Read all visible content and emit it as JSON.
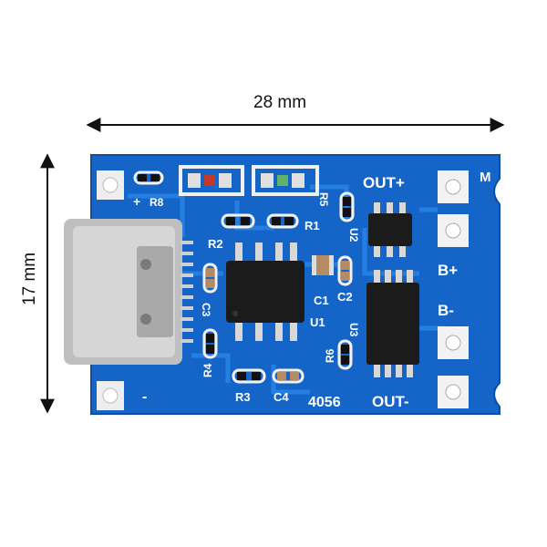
{
  "dimensions": {
    "width_label": "28 mm",
    "height_label": "17 mm"
  },
  "board": {
    "model_label": "4056",
    "pads": {
      "out_plus": "OUT+",
      "out_minus": "OUT-",
      "b_plus": "B+",
      "b_minus": "B-",
      "m": "M"
    },
    "silk_plus": "+",
    "silk_minus": "-",
    "components": {
      "r5": "R5",
      "r8": "R8",
      "r1": "R1",
      "r2": "R2",
      "r3": "R3",
      "r4": "R4",
      "r6": "R6",
      "c1": "C1",
      "c2": "C2",
      "c3": "C3",
      "c4": "C4",
      "u1": "U1",
      "u2": "U2",
      "u3": "U3"
    },
    "colors": {
      "pcb": "#1565c8",
      "trace": "#1e7ae0",
      "pad": "#f2f2f2",
      "chip": "#1b1b1b",
      "usb": "#c8c8c8"
    }
  }
}
